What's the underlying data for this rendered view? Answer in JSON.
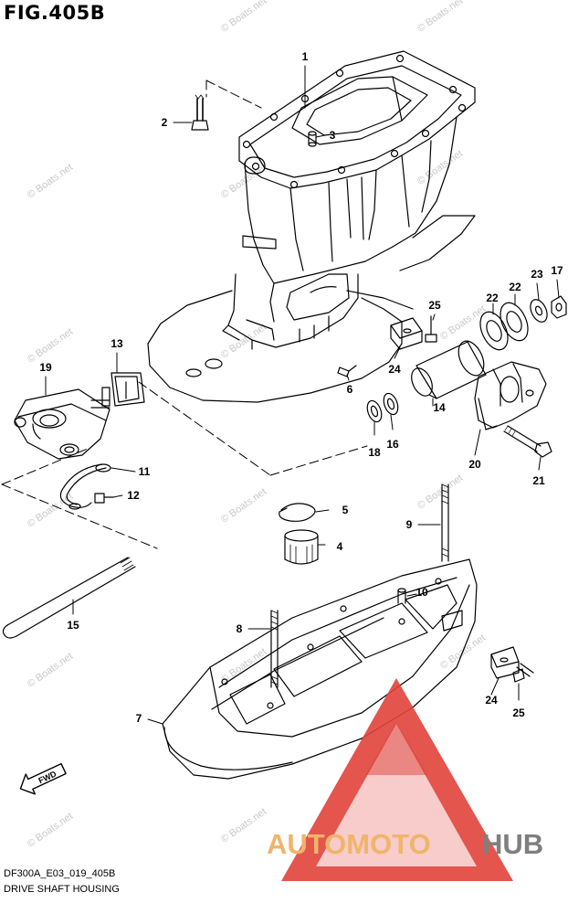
{
  "figure": {
    "title": "FIG.405B",
    "code": "DF300A_E03_019_405B",
    "name": "DRIVE SHAFT HOUSING"
  },
  "fwd_label": "FWD",
  "watermark": {
    "text": "© Boats.net",
    "brand_left": "AUTOMOTO",
    "brand_right": "HUB",
    "colors": {
      "triangle": "#e0423a",
      "left": "#f0b46a",
      "right": "#7f7f7f"
    }
  },
  "callouts": [
    {
      "id": "1",
      "label": "1"
    },
    {
      "id": "2",
      "label": "2"
    },
    {
      "id": "3",
      "label": "3"
    },
    {
      "id": "4",
      "label": "4"
    },
    {
      "id": "5",
      "label": "5"
    },
    {
      "id": "6",
      "label": "6"
    },
    {
      "id": "7",
      "label": "7"
    },
    {
      "id": "8",
      "label": "8"
    },
    {
      "id": "9",
      "label": "9"
    },
    {
      "id": "10",
      "label": "10"
    },
    {
      "id": "11",
      "label": "11"
    },
    {
      "id": "12",
      "label": "12"
    },
    {
      "id": "13",
      "label": "13"
    },
    {
      "id": "14",
      "label": "14"
    },
    {
      "id": "15",
      "label": "15"
    },
    {
      "id": "16",
      "label": "16"
    },
    {
      "id": "17",
      "label": "17"
    },
    {
      "id": "18",
      "label": "18"
    },
    {
      "id": "19",
      "label": "19"
    },
    {
      "id": "20",
      "label": "20"
    },
    {
      "id": "21",
      "label": "21"
    },
    {
      "id": "22a",
      "label": "22"
    },
    {
      "id": "22b",
      "label": "22"
    },
    {
      "id": "23",
      "label": "23"
    },
    {
      "id": "24a",
      "label": "24"
    },
    {
      "id": "24b",
      "label": "24"
    },
    {
      "id": "25a",
      "label": "25"
    },
    {
      "id": "25b",
      "label": "25"
    }
  ]
}
